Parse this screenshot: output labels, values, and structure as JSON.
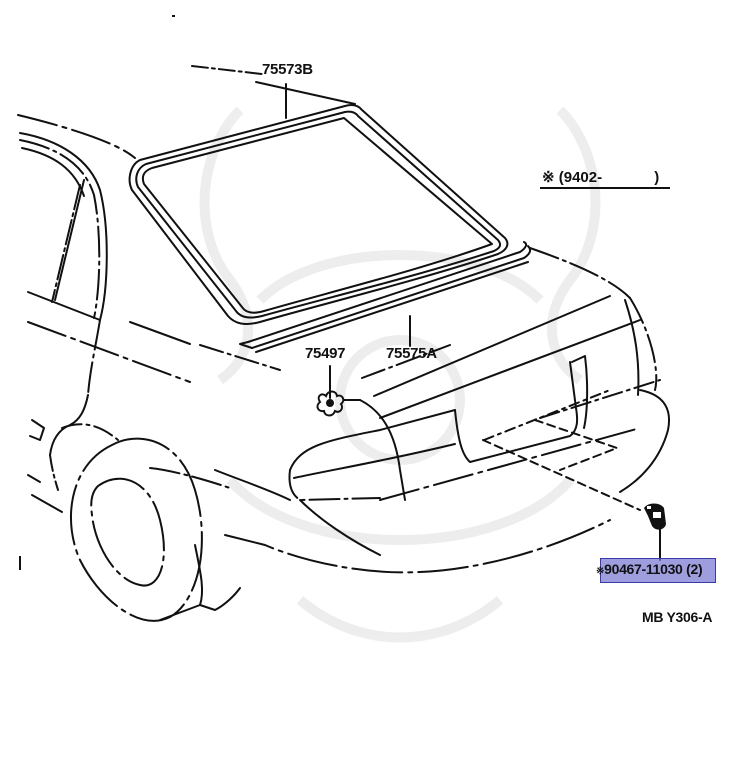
{
  "diagram": {
    "type": "parts-exploded-view",
    "subject": "Rear window glass weatherstrip & moulding (sedan rear view)",
    "code": "MB Y306-A",
    "note": {
      "symbol": "※",
      "text": "(9402-",
      "close": ")"
    },
    "highlight_color": "#8c8cd8",
    "highlight_border": "#3a3aa8",
    "callouts": [
      {
        "id": "75573B",
        "label": "75573B",
        "part": "rear window weatherstrip"
      },
      {
        "id": "75575A",
        "label": "75575A",
        "part": "rear window lower moulding"
      },
      {
        "id": "75497",
        "label": "75497",
        "part": "moulding clip"
      },
      {
        "id": "90467-11030",
        "prefix": "※",
        "label": "90467-11030",
        "qty": "(2)",
        "part": "clip",
        "highlighted": true
      }
    ]
  }
}
